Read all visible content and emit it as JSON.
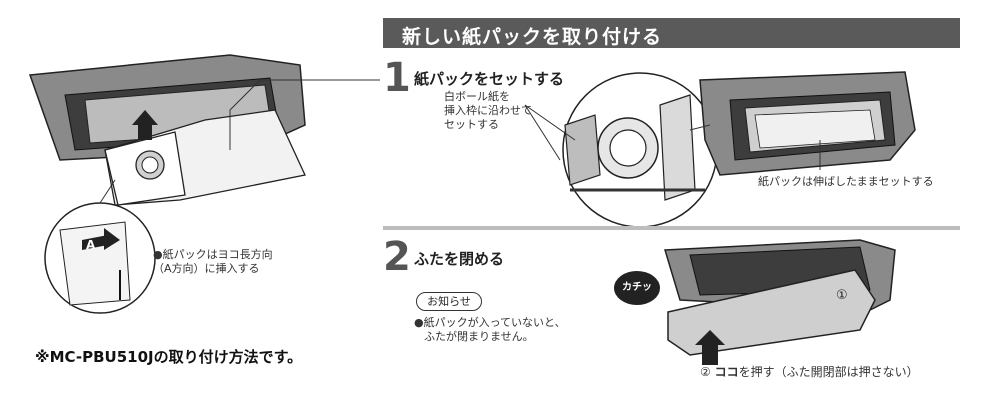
{
  "header": {
    "title": "新しい紙パックを取り付ける"
  },
  "step1": {
    "number": "1",
    "title": "紙パックをセットする",
    "annotation_lines": [
      "白ボール紙を",
      "挿入枠に沿わせて",
      "セットする"
    ],
    "bag_note": "紙パックは伸ばしたままセットする"
  },
  "step2": {
    "number": "2",
    "title": "ふたを閉める",
    "notice_label": "お知らせ",
    "notice_lines": [
      "●紙パックが入っていないと、",
      "ふたが閉まりません。"
    ],
    "click_sound": "カチッ",
    "marker_1": "①",
    "marker_2": "②",
    "press_label_bold": "ココ",
    "press_label_rest": "を押す（ふた開閉部は押さない）"
  },
  "left_figure": {
    "direction_lines": [
      "●紙パックはヨコ長方向",
      "（A方向）に挿入する"
    ],
    "arrow_letter": "A"
  },
  "footer": {
    "note": "※MC-PBU510Jの取り付け方法です。"
  }
}
